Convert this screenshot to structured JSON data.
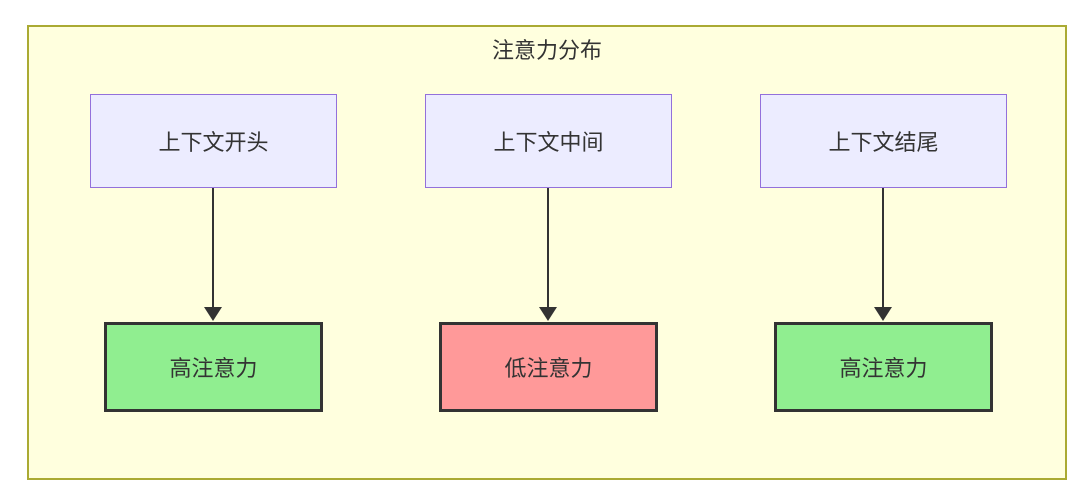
{
  "diagram": {
    "title": "注意力分布",
    "top_nodes": [
      {
        "id": "context-start",
        "label": "上下文开头"
      },
      {
        "id": "context-middle",
        "label": "上下文中间"
      },
      {
        "id": "context-end",
        "label": "上下文结尾"
      }
    ],
    "bottom_nodes": [
      {
        "id": "attention-high-1",
        "label": "高注意力",
        "level": "high"
      },
      {
        "id": "attention-low-1",
        "label": "低注意力",
        "level": "low"
      },
      {
        "id": "attention-high-2",
        "label": "高注意力",
        "level": "high"
      }
    ],
    "edges": [
      {
        "from": "上下文开头",
        "to": "高注意力"
      },
      {
        "from": "上下文中间",
        "to": "低注意力"
      },
      {
        "from": "上下文结尾",
        "to": "高注意力"
      }
    ],
    "colors": {
      "container_bg": "#ffffde",
      "container_border": "#aaaa33",
      "node_bg": "#ECECFF",
      "node_border": "#9370DB",
      "high_bg": "#90EE90",
      "low_bg": "#FF9999",
      "result_border": "#333333",
      "arrow": "#333333",
      "text": "#333333"
    }
  }
}
